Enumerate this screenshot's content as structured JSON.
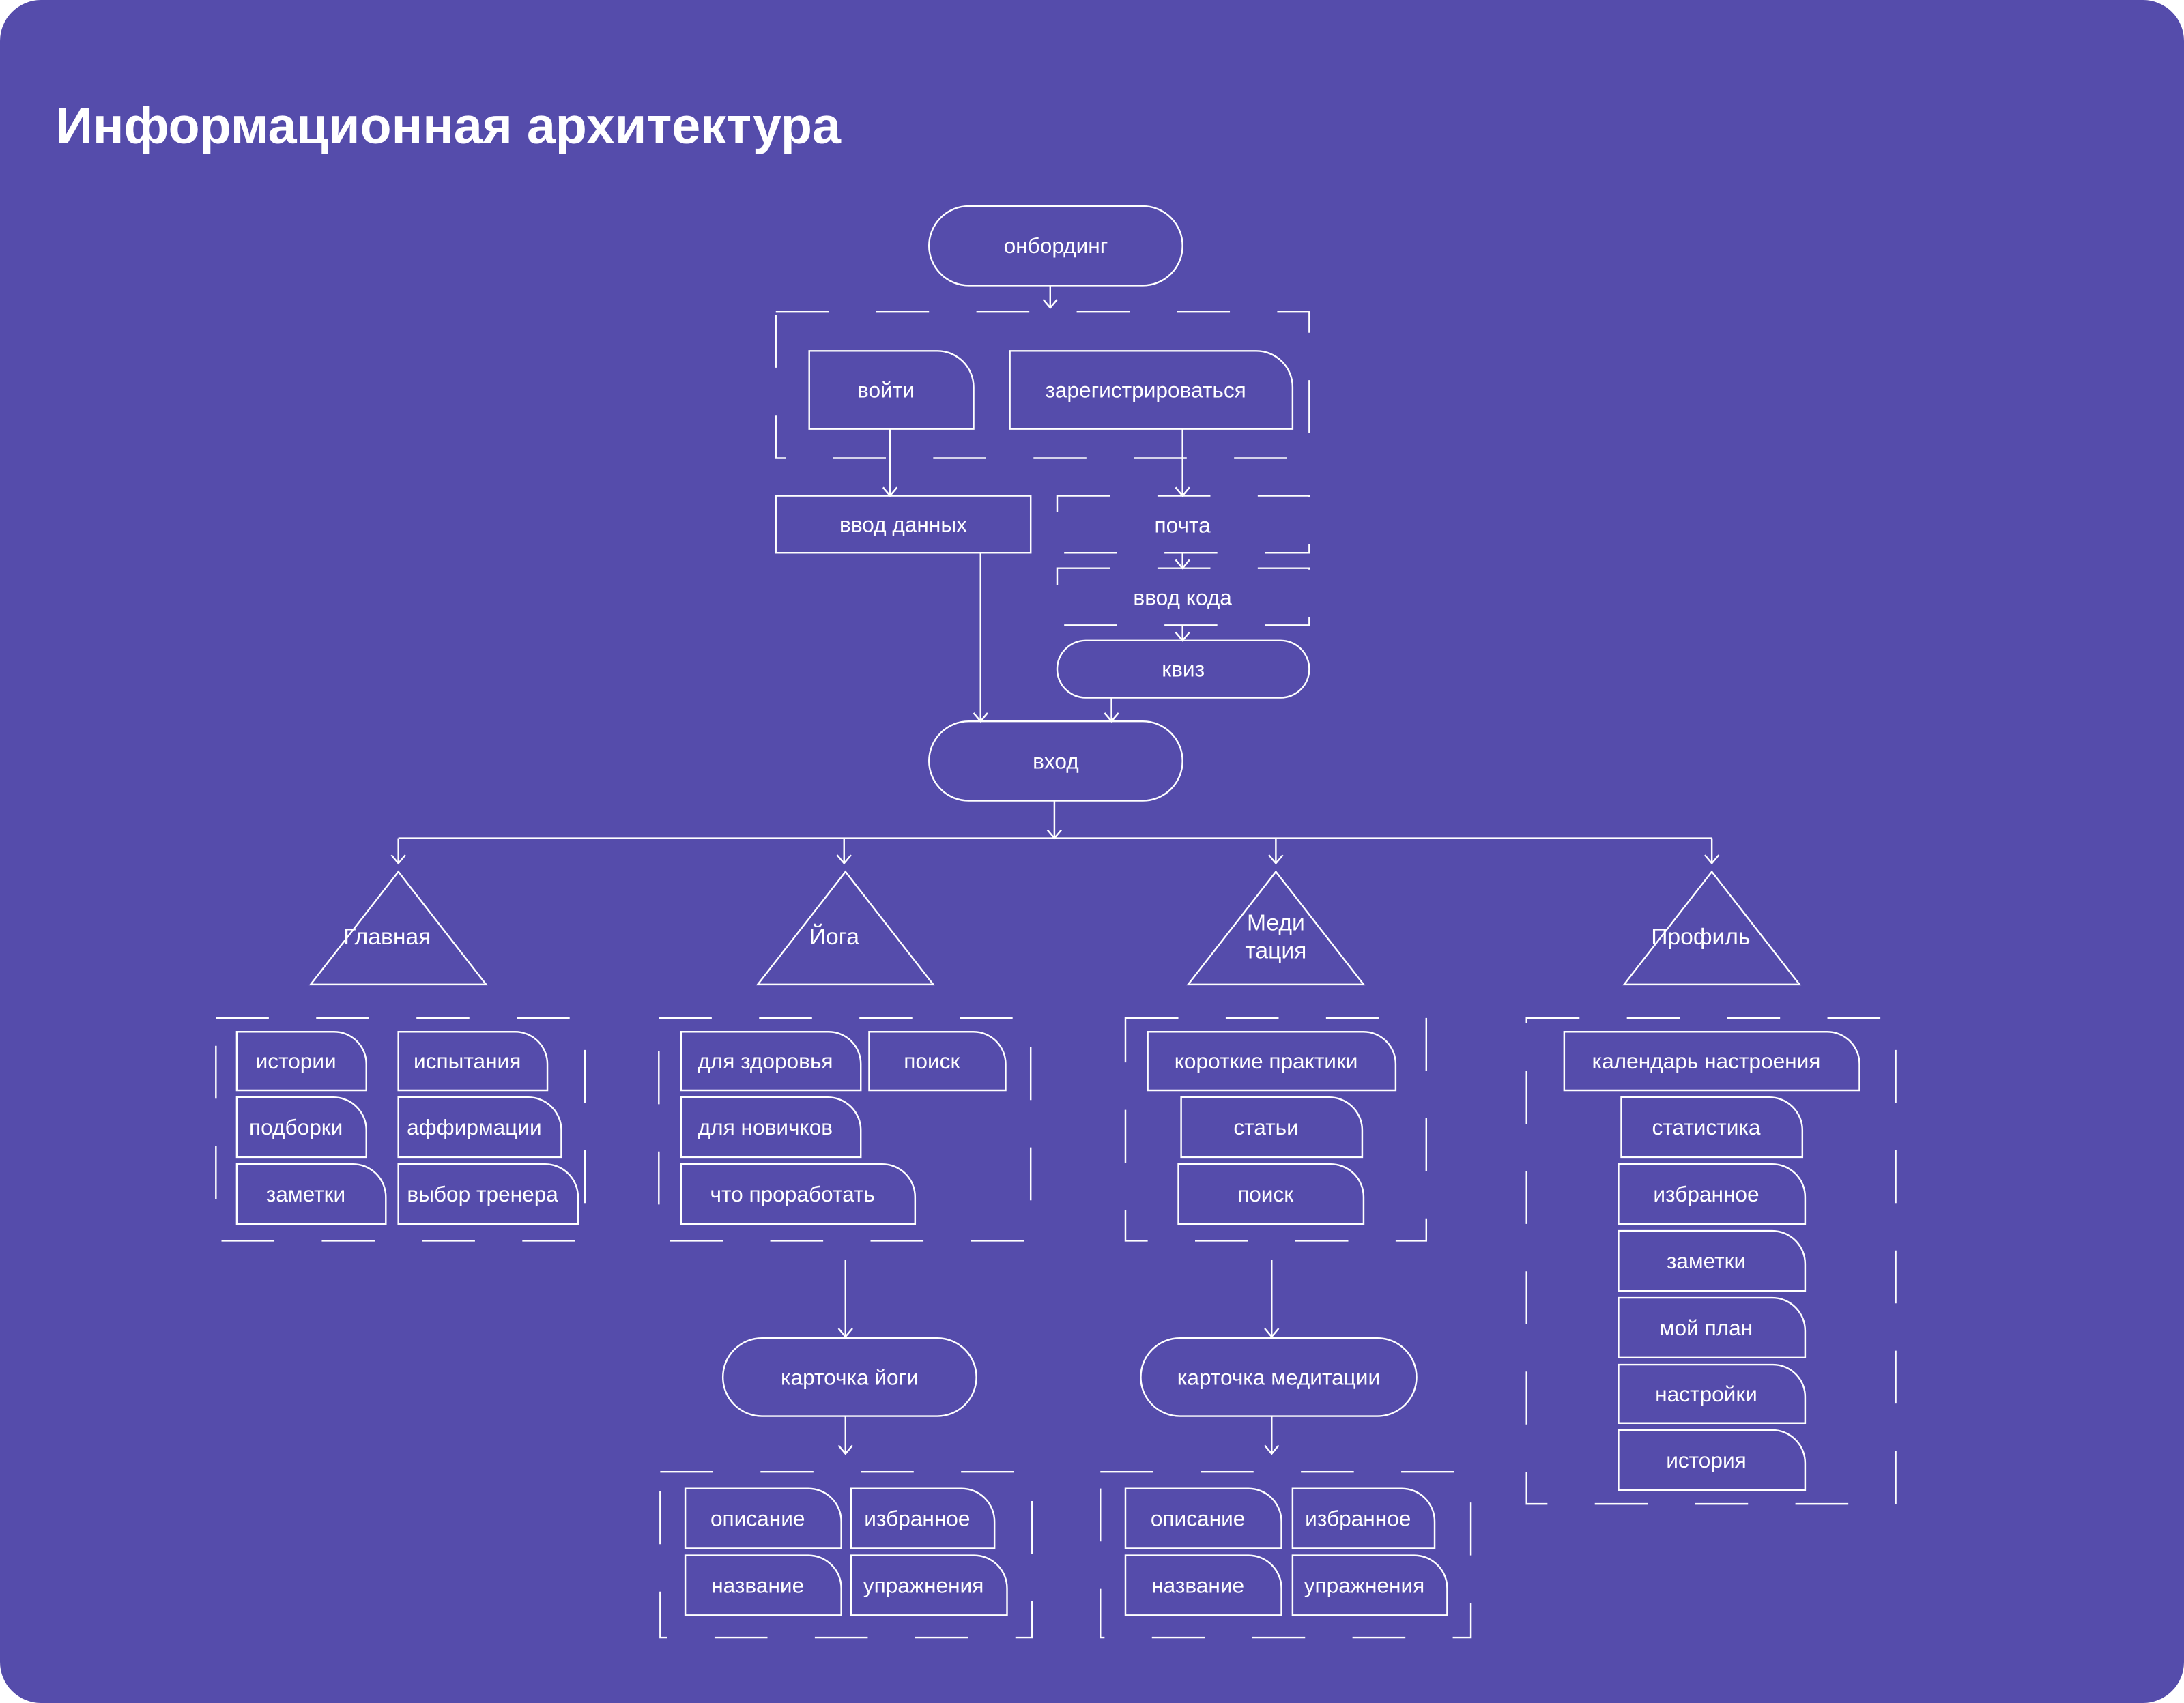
{
  "title": "Информационная архитектура",
  "onboarding": {
    "start": "онбординг",
    "login": "войти",
    "register": "зарегистрироваться",
    "data_entry": "ввод данных",
    "email": "почта",
    "code": "ввод кода",
    "quiz": "квиз",
    "entry": "вход"
  },
  "sections": [
    {
      "label_lines": [
        "Главная"
      ],
      "items": [
        "истории",
        "испытания",
        "подборки",
        "аффирмации",
        "заметки",
        "выбор тренера"
      ]
    },
    {
      "label_lines": [
        "Йога"
      ],
      "items": [
        "для здоровья",
        "поиск",
        "для новичков",
        "что проработать"
      ]
    },
    {
      "label_lines": [
        "Меди",
        "тация"
      ],
      "items": [
        "короткие практики",
        "статьи",
        "поиск"
      ]
    },
    {
      "label_lines": [
        "Профиль"
      ],
      "items": [
        "календарь настроения",
        "статистика",
        "избранное",
        "заметки",
        "мой план",
        "настройки",
        "история"
      ]
    }
  ],
  "yoga_card": {
    "title": "карточка йоги",
    "items": [
      "описание",
      "избранное",
      "название",
      "упражнения"
    ]
  },
  "meditation_card": {
    "title": "карточка медитации",
    "items": [
      "описание",
      "избранное",
      "название",
      "упражнения"
    ]
  },
  "colors": {
    "background": "#554cab",
    "stroke": "#ffffff"
  }
}
